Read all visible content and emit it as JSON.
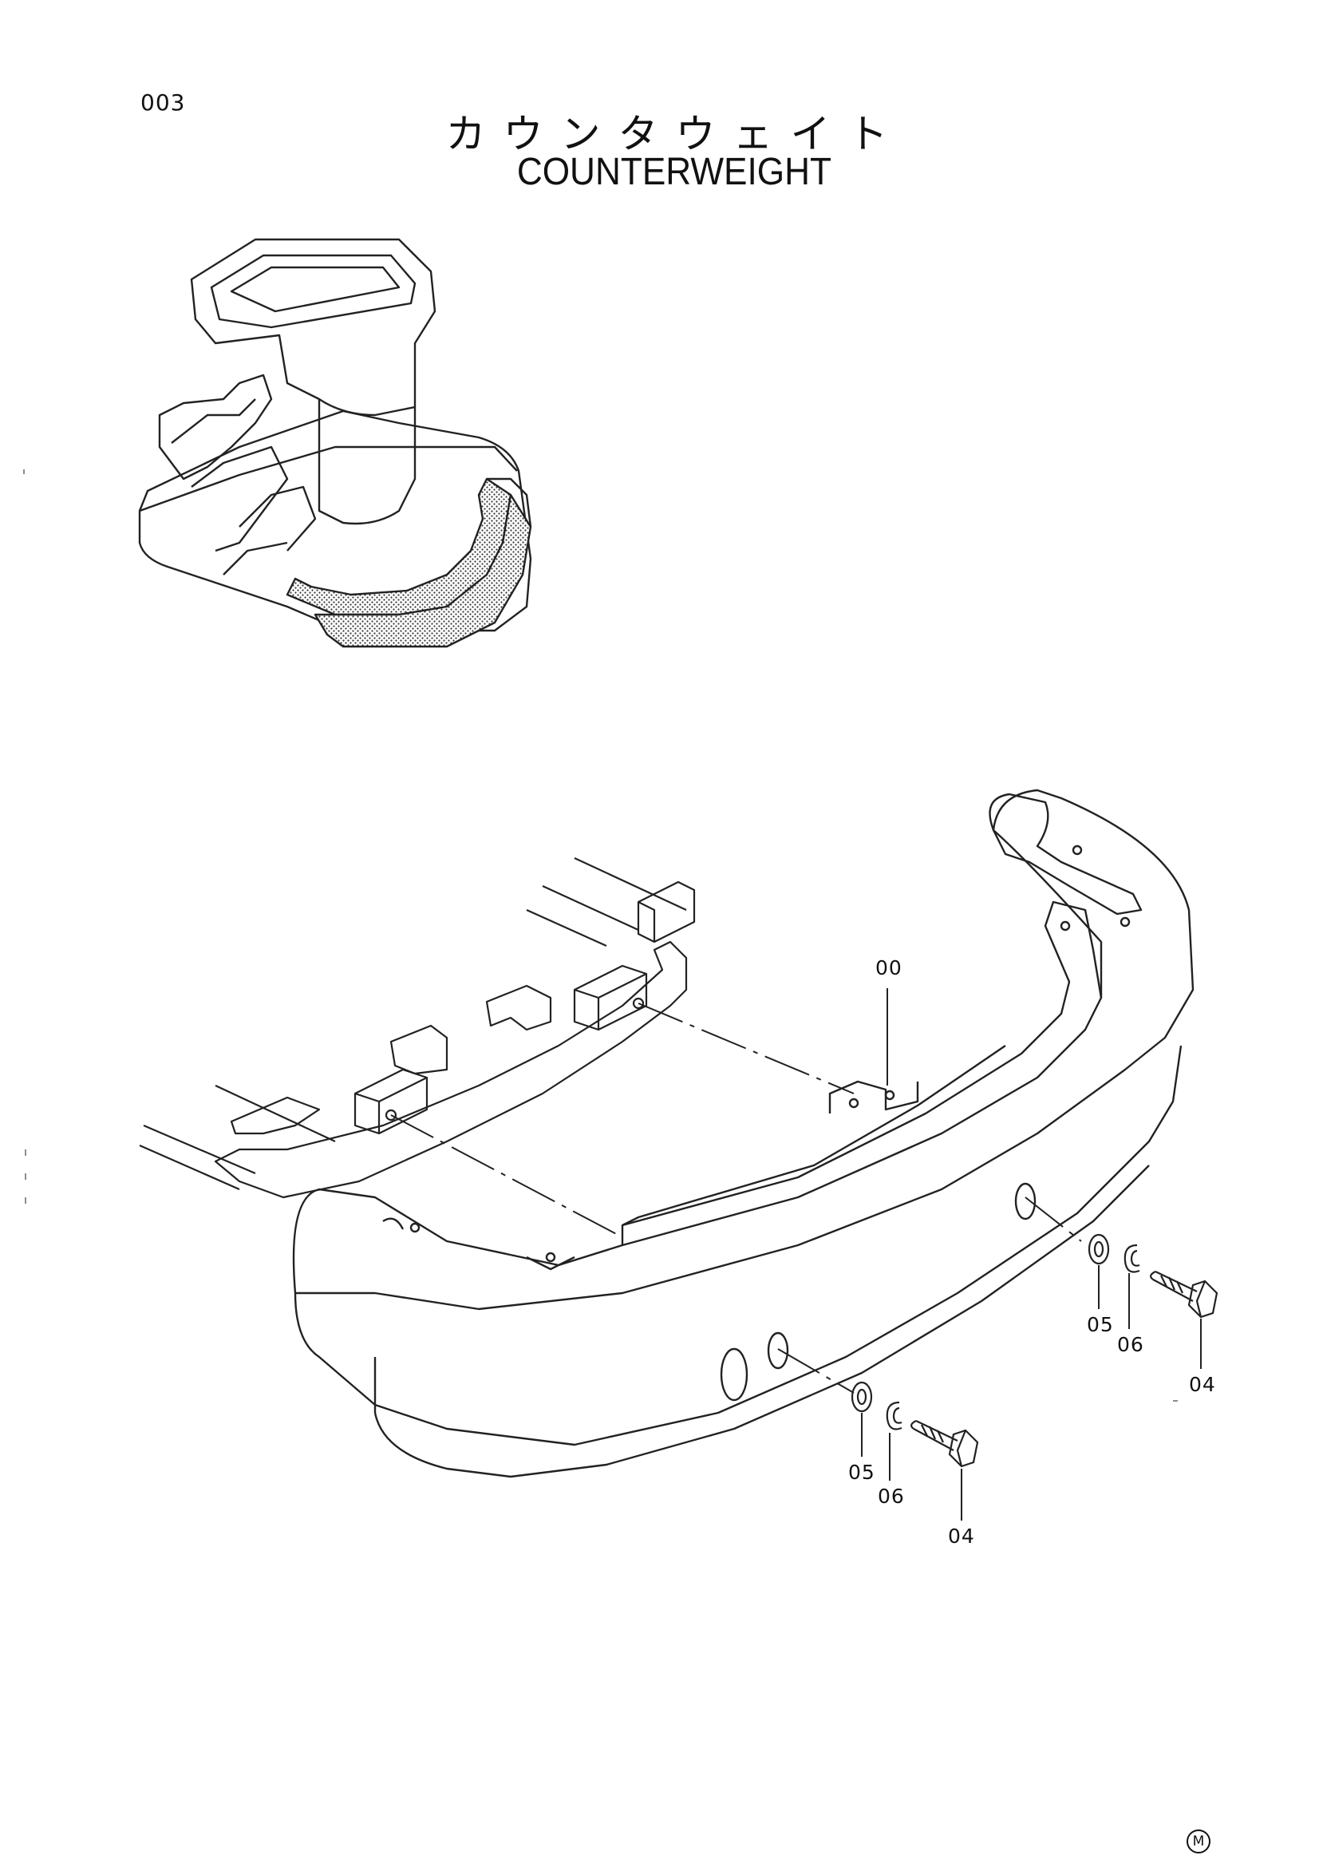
{
  "page": {
    "number": "003",
    "title_jp": "カウンタウェイト",
    "title_en": "COUNTERWEIGHT",
    "mark": "M"
  },
  "callouts": [
    {
      "id": "c00",
      "label": "00"
    },
    {
      "id": "c05a",
      "label": "05"
    },
    {
      "id": "c06a",
      "label": "06"
    },
    {
      "id": "c04a",
      "label": "04"
    },
    {
      "id": "c05b",
      "label": "05"
    },
    {
      "id": "c06b",
      "label": "06"
    },
    {
      "id": "c04b",
      "label": "04"
    }
  ]
}
